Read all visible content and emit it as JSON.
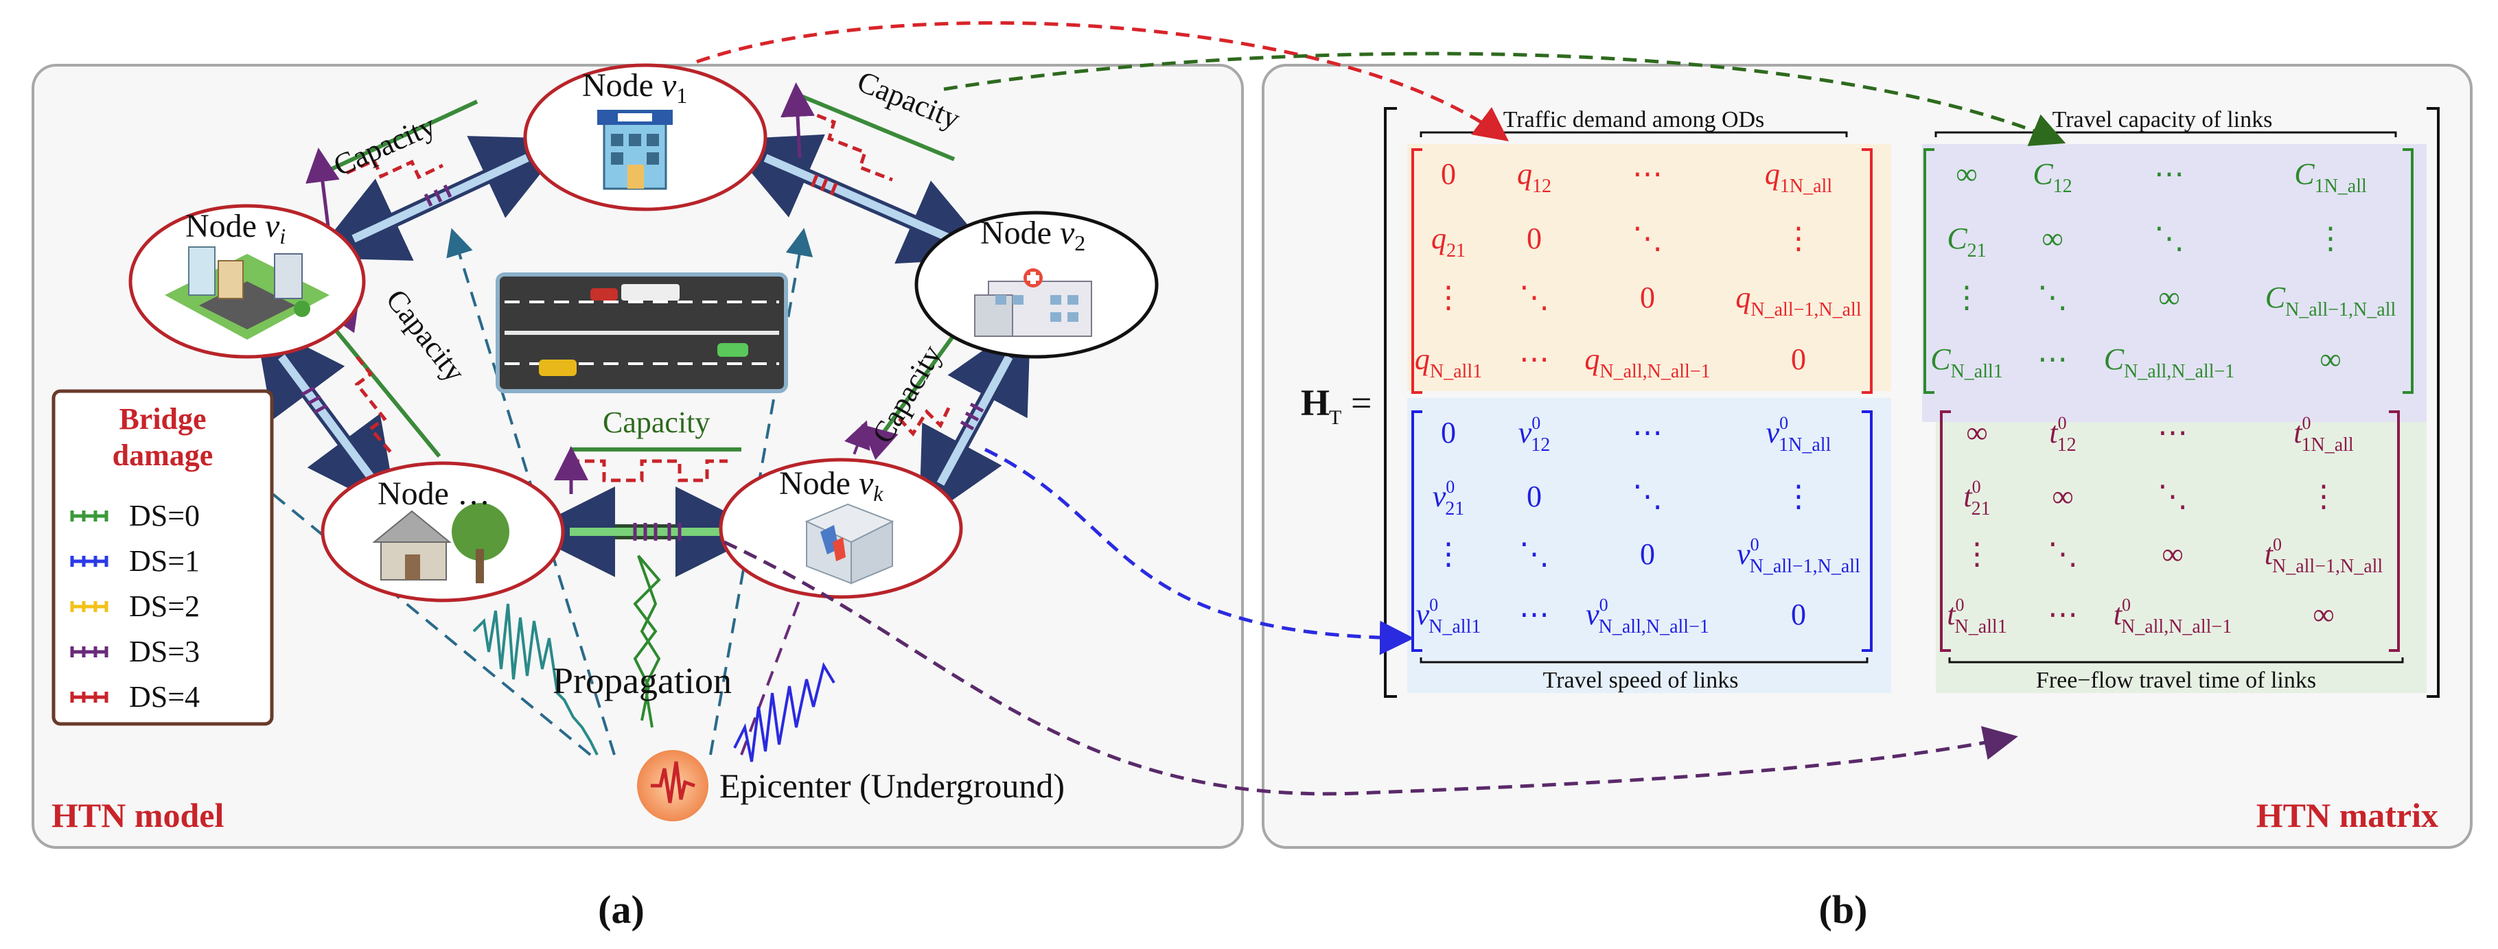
{
  "panel_a": {
    "corner_label": "HTN model",
    "caption": "(a)",
    "nodes": {
      "n1": {
        "prefix": "Node ",
        "var": "v",
        "sub": "1"
      },
      "n2": {
        "prefix": "Node ",
        "var": "v",
        "sub": "2"
      },
      "ni": {
        "prefix": "Node ",
        "var": "v",
        "sub": "i"
      },
      "nk": {
        "prefix": "Node ",
        "var": "v",
        "sub": "k"
      },
      "nd": {
        "prefix": "Node …"
      }
    },
    "capacity_labels": [
      "Capacity",
      "Capacity",
      "Capacity",
      "Capacity",
      "Capacity"
    ],
    "legend": {
      "title_line1": "Bridge",
      "title_line2": "damage",
      "items": [
        {
          "label": "DS=0",
          "color": "#3a9a3a"
        },
        {
          "label": "DS=1",
          "color": "#2a3ae6"
        },
        {
          "label": "DS=2",
          "color": "#f2c21a"
        },
        {
          "label": "DS=3",
          "color": "#6a2a7a"
        },
        {
          "label": "DS=4",
          "color": "#c8242a"
        }
      ]
    },
    "propagation_label": "Propagation",
    "epicenter_label": "Epicenter (Underground)"
  },
  "panel_b": {
    "corner_label": "HTN matrix",
    "caption": "(b)",
    "lhs": {
      "main": "H",
      "sub": "T",
      "eq": "="
    },
    "titles": {
      "tl": "Traffic demand among ODs",
      "tr": "Travel capacity of links",
      "bl": "Travel speed of links",
      "br": "Free−flow travel time of links"
    },
    "matrices": {
      "demand": [
        [
          "0",
          "q_12",
          "⋯",
          "q_1Nall"
        ],
        [
          "q_21",
          "0",
          "⋱",
          "⋮"
        ],
        [
          "⋮",
          "⋱",
          "0",
          "q_Nall−1,Nall"
        ],
        [
          "q_Nall1",
          "⋯",
          "q_Nall,Nall−1",
          "0"
        ]
      ],
      "capacity": [
        [
          "∞",
          "C_12",
          "⋯",
          "C_1Nall"
        ],
        [
          "C_21",
          "∞",
          "⋱",
          "⋮"
        ],
        [
          "⋮",
          "⋱",
          "∞",
          "C_Nall−1,Nall"
        ],
        [
          "C_Nall1",
          "⋯",
          "C_Nall,Nall−1",
          "∞"
        ]
      ],
      "speed": [
        [
          "0",
          "v0_12",
          "⋯",
          "v0_1Nall"
        ],
        [
          "v0_21",
          "0",
          "⋱",
          "⋮"
        ],
        [
          "⋮",
          "⋱",
          "0",
          "v0_Nall−1,Nall"
        ],
        [
          "v0_Nall1",
          "⋯",
          "v0_Nall,Nall−1",
          "0"
        ]
      ],
      "time": [
        [
          "∞",
          "t0_12",
          "⋯",
          "t0_1Nall"
        ],
        [
          "t0_21",
          "∞",
          "⋱",
          "⋮"
        ],
        [
          "⋮",
          "⋱",
          "∞",
          "t0_Nall−1,Nall"
        ],
        [
          "t0_Nall1",
          "⋯",
          "t0_Nall,Nall−1",
          "∞"
        ]
      ]
    }
  },
  "colors": {
    "demand": "#e8262a",
    "capacity": "#2e8a2e",
    "speed": "#1f1fe0",
    "time": "#8a1a4a",
    "arrow_red": "#d8242a",
    "arrow_green": "#2e6a1e",
    "arrow_blue": "#2a2ae0",
    "arrow_purple": "#5a2a6a",
    "label_red": "#c8242a"
  }
}
